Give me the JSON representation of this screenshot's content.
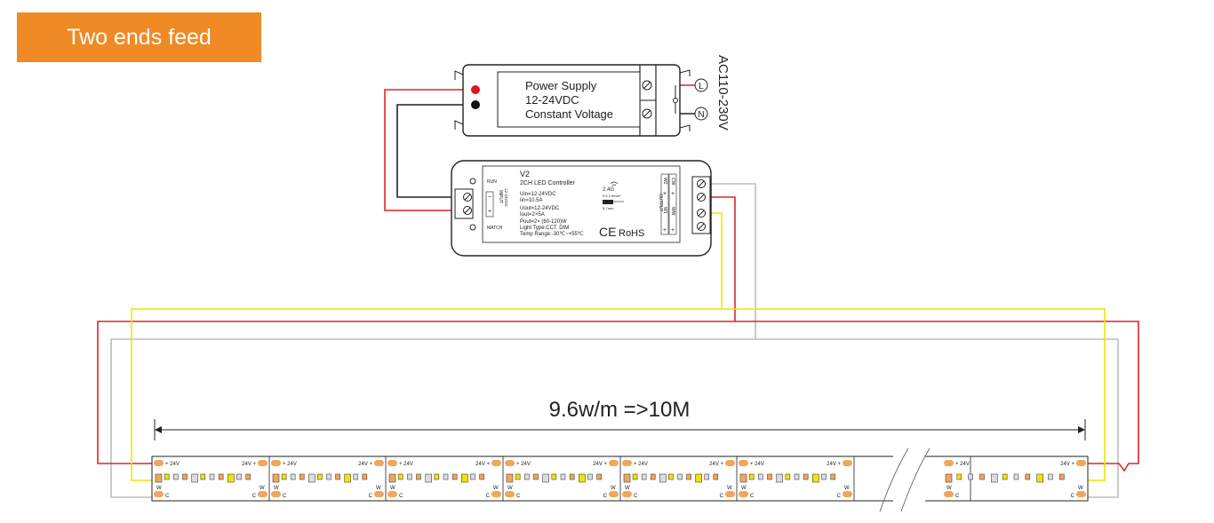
{
  "badge": {
    "label": "Two ends feed",
    "color": "#F08A24"
  },
  "power_supply": {
    "line1": "Power Supply",
    "line2": "12-24VDC",
    "line3": "Constant Voltage",
    "ac_label": "AC110-230V",
    "live_mark": "L",
    "neutral_mark": "N"
  },
  "controller": {
    "model": "V2",
    "name": "2CH LED Controller",
    "spec_uin": "Uin=12-24VDC",
    "spec_iin": "Iin=10.5A",
    "spec_uout": "Uout=12-24VDC",
    "spec_iout": "Iout=2×5A",
    "spec_pout": "Pout=2× (60-120)W",
    "spec_light": "Light Type:CCT, DIM",
    "spec_temp": "Temp Range:-30℃~+55℃",
    "run_label": "RUN",
    "match_label": "MATCH",
    "input_label": "INPUT",
    "input_sub": "12-24VDC",
    "output_label": "OUTPUT",
    "ch1": "W1",
    "ch2": "W2",
    "cw": "CW",
    "ww": "WW",
    "rf": "2.4G",
    "rf_sub": "5.5 2.5mm²",
    "rf_len": "5-7mm",
    "ce": "CE",
    "rohs": "RoHS",
    "plus": "+",
    "minus": "−"
  },
  "strip": {
    "length_label": "9.6w/m =>10M",
    "plus24": "+ 24V",
    "v24plus": "24V +",
    "w": "W",
    "c": "C"
  },
  "colors": {
    "red": "#D9262C",
    "black": "#222222",
    "yellow": "#F2E400",
    "gray": "#BDBDBD",
    "pad": "#F2A65A"
  }
}
